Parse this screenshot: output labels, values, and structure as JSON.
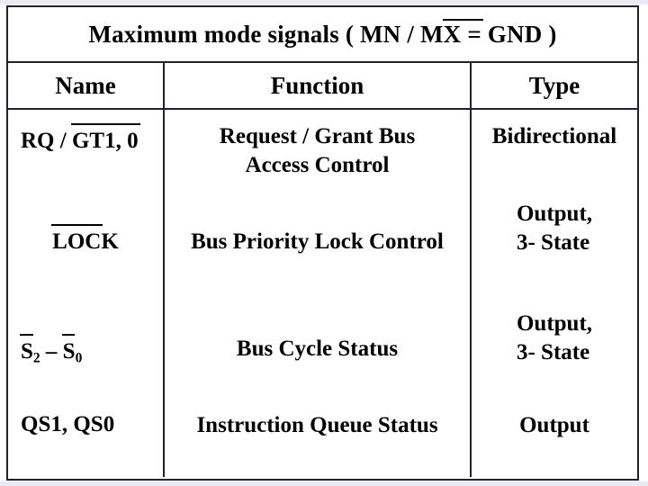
{
  "table": {
    "title": {
      "prefix": "Maximum mode signals ( MN / M",
      "overlined": "X =",
      "suffix": " GND )"
    },
    "columns": [
      {
        "key": "name",
        "label": "Name"
      },
      {
        "key": "function",
        "label": "Function"
      },
      {
        "key": "type",
        "label": "Type"
      }
    ],
    "rows": [
      {
        "name": {
          "plain": "RQ / ",
          "overlined": "GT1, 0"
        },
        "function_lines": [
          "Request / Grant Bus",
          "Access Control"
        ],
        "type_lines": [
          "Bidirectional"
        ]
      },
      {
        "name": {
          "overlined": "LOC",
          "plain_after": "K"
        },
        "function_lines": [
          "Bus Priority Lock Control"
        ],
        "type_lines": [
          "Output,",
          "3- State"
        ]
      },
      {
        "name": {
          "s_first": "S",
          "sub_first": "2",
          "separator": " – ",
          "s_second": "S",
          "sub_second": "0"
        },
        "function_lines": [
          "Bus Cycle Status"
        ],
        "type_lines": [
          "Output,",
          "3- State"
        ]
      },
      {
        "name": {
          "plain": "QS1, QS0"
        },
        "function_lines": [
          "Instruction Queue Status"
        ],
        "type_lines": [
          "Output"
        ]
      }
    ]
  },
  "colors": {
    "border": "#1d2330",
    "text": "#000000",
    "background": "#ffffff",
    "edge_strip": "#e8ecf2"
  }
}
